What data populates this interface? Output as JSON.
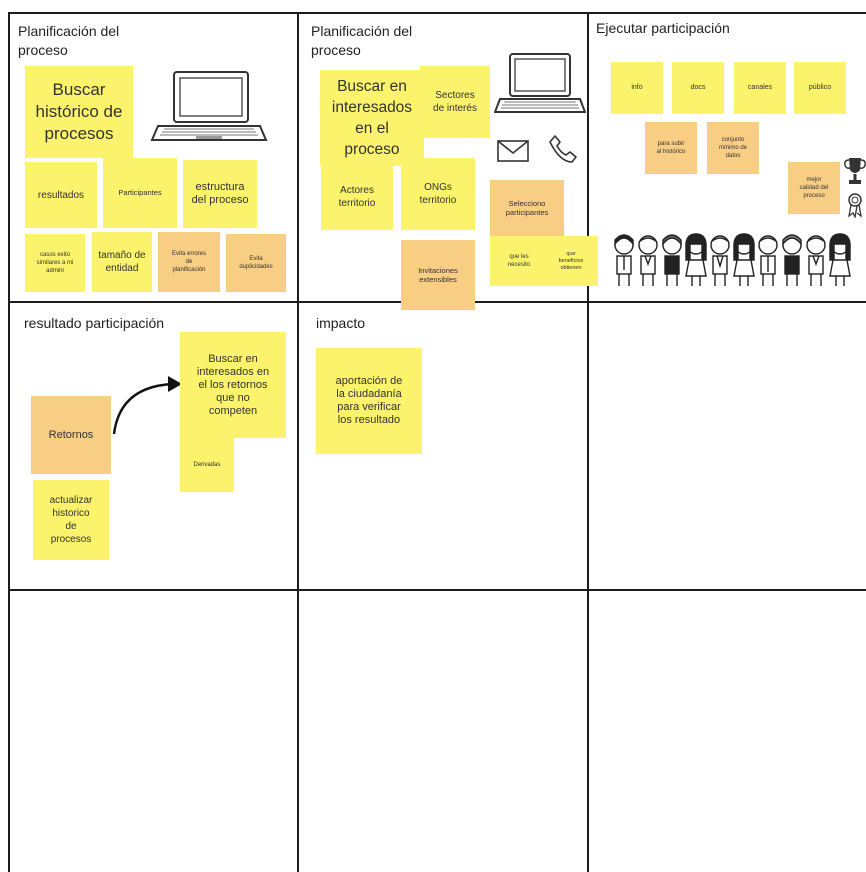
{
  "board": {
    "cells": [
      {
        "title": "Planificación del\nproceso"
      },
      {
        "title": "Planificación del\nproceso"
      },
      {
        "title": "Ejecutar participación"
      },
      {
        "title": "resultado participación"
      },
      {
        "title": "impacto"
      }
    ]
  },
  "notes": {
    "c1": {
      "buscar": "Buscar\nhistórico de\nprocesos",
      "resultados": "resultados",
      "participantes": "Participantes",
      "estructura": "estructura\ndel proceso",
      "casos": "casos exito\nsimilares a mi\nadmini",
      "tamano": "tamaño de\nentidad",
      "evita_errores": "Evita errores\nde\nplanificación",
      "evita_dup": "Evita\nduplicidades"
    },
    "c2": {
      "buscar": "Buscar en\ninteresados\nen el\nproceso",
      "sectores": "Sectores\nde interés",
      "actores": "Actores\nterritorio",
      "ongs": "ONGs\nterritorio",
      "selecciono": "Selecciono\nparticipantes",
      "que_necesito": "que les\nnecesito",
      "que_beneficios": "que\nbeneficios\nobtienen",
      "invitaciones": "Invitaciones\nextensibles"
    },
    "c3": {
      "info": "info",
      "docs": "docs",
      "canales": "canales",
      "publico": "público",
      "para_subir": "para subir\nal histórico",
      "conjunto": "conjunto\nmínimo de\ndatos",
      "mejor": "mejor\ncalidad del\nproceso"
    },
    "c4": {
      "retornos": "Retornos",
      "buscar": "Buscar en\ninteresados en\nel los retornos\nque no\ncompeten",
      "derivadas": "Derivadas",
      "actualizar": "actualizar\nhistorico\nde\nprocesos"
    },
    "c5": {
      "aportacion": "aportación de\nla ciudadanía\npara verificar\nlos resultado"
    }
  },
  "colors": {
    "yellow_note": "#fbf36b",
    "orange_note": "#f8cd84",
    "grid_line": "#1c1c1c"
  },
  "icons": [
    "laptop-icon",
    "laptop-icon",
    "envelope-icon",
    "phone-icon",
    "trophy-icon",
    "medal-icon",
    "people-group-icon",
    "curved-arrow-icon"
  ]
}
